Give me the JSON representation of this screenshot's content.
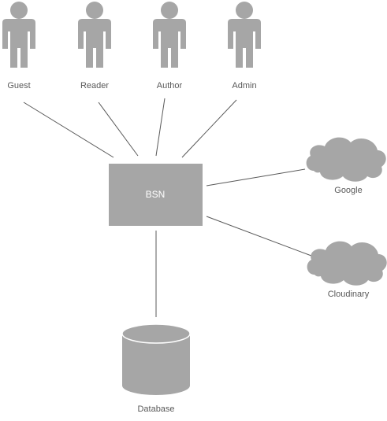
{
  "actors": [
    {
      "key": "guest",
      "label": "Guest"
    },
    {
      "key": "reader",
      "label": "Reader"
    },
    {
      "key": "author",
      "label": "Author"
    },
    {
      "key": "admin",
      "label": "Admin"
    }
  ],
  "system": {
    "label": "BSN"
  },
  "services": [
    {
      "key": "google",
      "label": "Google"
    },
    {
      "key": "cloudinary",
      "label": "Cloudinary"
    }
  ],
  "storage": {
    "label": "Database"
  },
  "colors": {
    "shape_fill": "#a6a6a6",
    "connector": "#595959",
    "label_text": "#595959",
    "box_text": "#ffffff"
  }
}
